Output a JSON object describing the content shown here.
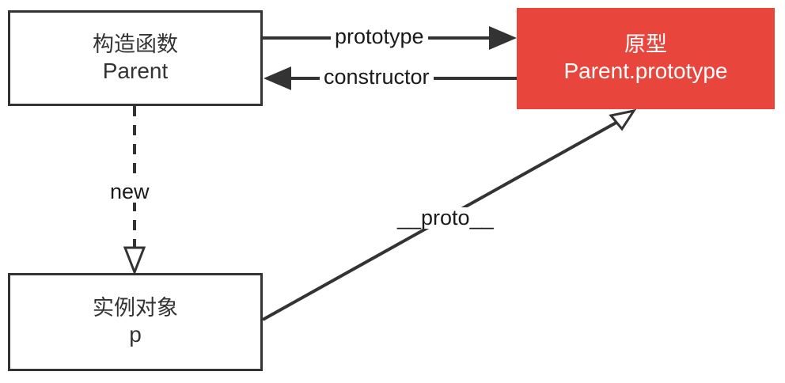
{
  "diagram": {
    "title": "JavaScript prototype chain diagram",
    "background_color": "#ffffff",
    "stroke_color": "#333333",
    "accent_color": "#e8453c",
    "text_color": "#333333",
    "accent_text_color": "#ffffff",
    "nodes": [
      {
        "id": "constructor",
        "kind": "rect-outline",
        "line1": "构造函数",
        "line2": "Parent"
      },
      {
        "id": "prototype",
        "kind": "rect-filled",
        "line1": "原型",
        "line2": "Parent.prototype"
      },
      {
        "id": "instance",
        "kind": "rect-outline",
        "line1": "实例对象",
        "line2": "p"
      }
    ],
    "edges": [
      {
        "id": "prototype-edge",
        "label": "prototype",
        "from": "constructor",
        "to": "prototype",
        "style": "solid",
        "arrowhead": "filled-triangle",
        "direction": "right"
      },
      {
        "id": "constructor-edge",
        "label": "constructor",
        "from": "prototype",
        "to": "constructor",
        "style": "solid",
        "arrowhead": "filled-triangle",
        "direction": "left"
      },
      {
        "id": "new-edge",
        "label": "new",
        "from": "constructor",
        "to": "instance",
        "style": "dashed",
        "arrowhead": "hollow-triangle",
        "direction": "down"
      },
      {
        "id": "proto-edge",
        "label": "__proto__",
        "from": "instance",
        "to": "prototype",
        "style": "solid",
        "arrowhead": "hollow-triangle",
        "direction": "up-right"
      }
    ]
  }
}
